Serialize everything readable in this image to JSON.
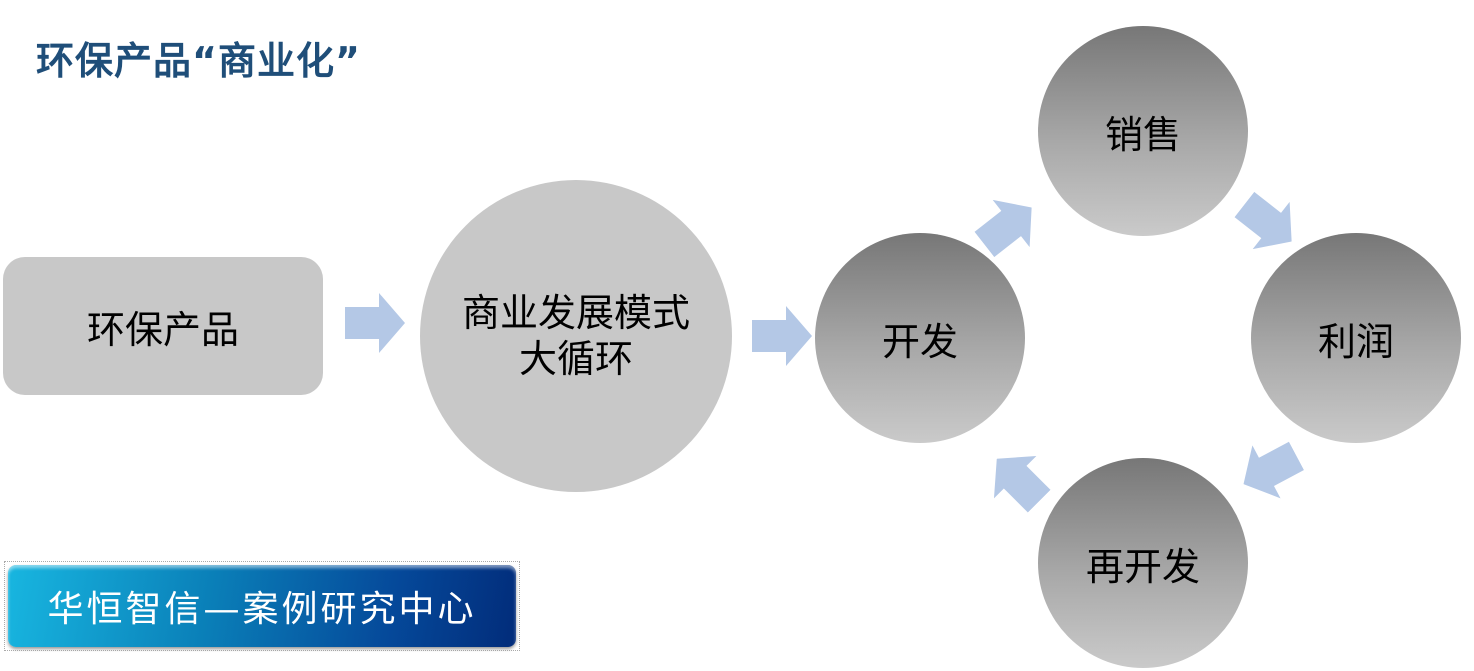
{
  "title": "环保产品“商业化”",
  "nodes": {
    "product": "环保产品",
    "model_line1": "商业发展模式",
    "model_line2": "大循环",
    "develop": "开发",
    "sales": "销售",
    "profit": "利润",
    "redevelop": "再开发"
  },
  "logo": "华恒智信—案例研究中心",
  "colors": {
    "title": "#1f4e79",
    "arrow": "#b4c8e6",
    "node": "#c8c8c8"
  }
}
